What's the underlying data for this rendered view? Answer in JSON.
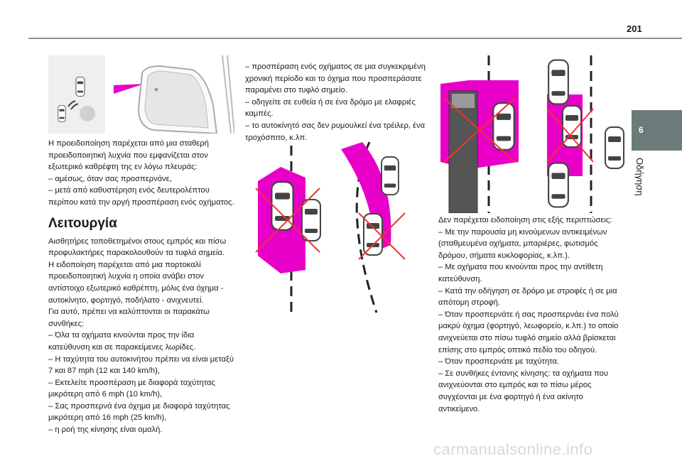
{
  "header": {
    "page_number": "201"
  },
  "side_tab": {
    "chapter_number": "6",
    "chapter_title": "Οδήγηση"
  },
  "column1": {
    "intro": [
      "Η προειδοποίηση παρέχεται από μια σταθερή προειδοποιητική λυχνία που εμφανίζεται στον εξωτερικό καθρέφτη της εν λόγω πλευράς:",
      "– αμέσως, όταν σας προσπερνάνε,",
      "– μετά από καθυστέρηση ενός δευτερολέπτου περίπου κατά την αργή προσπέραση ενός οχήματος."
    ],
    "heading": "Λειτουργία",
    "body": [
      "Αισθητήρες τοποθετημένοι στους εμπρός και πίσω προφυλακτήρες παρακολουθούν τα τυφλά σημεία.",
      "Η ειδοποίηση παρέχεται από μια πορτοκαλί προειδοποιητική λυχνία η οποία ανάβει στον αντίστοιχο εξωτερικό καθρέπτη, μόλις ένα όχημα - αυτοκίνητο, φορτηγό, ποδήλατο - ανιχνευτεί.",
      "Για αυτό, πρέπει να καλύπτονται οι παρακάτω συνθήκες:",
      "– Όλα τα οχήματα κινούνται προς την ίδια κατεύθυνση και σε παρακείμενες λωρίδες.",
      "– Η ταχύτητα του αυτοκινήτου πρέπει να είναι μεταξύ 7 και 87 mph (12 και 140 km/h),",
      "– Εκτελείτε προσπέραση με διαφορά ταχύτητας μικρότερη από 6 mph (10 km/h),",
      "– Σας προσπερνά ένα όχημα με διαφορά ταχύτητας μικρότερη από 16 mph (25 km/h),",
      "– η ροή της κίνησης είναι ομαλή."
    ]
  },
  "column2": {
    "body": [
      "– προσπέραση ενός οχήματος σε μια συγκεκριμένη χρονική περίοδο και το όχημα που προσπεράσατε παραμένει στο τυφλό σημείο.",
      "– οδηγείτε σε ευθεία ή σε ένα δρόμο με ελαφριές καμπές.",
      "– το αυτοκίνητό σας δεν ρυμουλκεί ένα τρέιλερ, ένα τροχόσπιτο, κ.λπ."
    ]
  },
  "column3": {
    "body": [
      "Δεν παρέχεται ειδοποίηση στις εξής περιπτώσεις:",
      "– Με την παρουσία μη κινούμενων αντικειμένων (σταθμευμένα οχήματα, μπαριέρες, φωτισμός δρόμου, σήματα κυκλοφορίας, κ.λπ.).",
      "– Με οχήματα που κινούνται προς την αντίθετη κατεύθυνση.",
      "– Κατά την οδήγηση σε δρόμο με στροφές ή σε μια απότομη στροφή.",
      "– Όταν προσπερνάτε ή σας προσπερνάει ένα πολύ μακρύ όχημα (φορτηγό, λεωφορείο, κ.λπ.) το οποίο ανιχνεύεται στο πίσω τυφλό σημείο αλλά βρίσκεται επίσης στο εμπρός οπτικό πεδίο του οδηγού.",
      "– Όταν προσπερνάτε με ταχύτητα.",
      "– Σε συνθήκες έντονης κίνησης: τα οχήματα που ανιχνεύονται στο εμπρός και το πίσω μέρος συγχέονται με ένα φορτηγό ή ένα ακίνητο αντικείμενο."
    ]
  },
  "watermark": "carmanualsonline.info",
  "colors": {
    "accent": "#e800c8",
    "tab": "#6b7b7a",
    "rule": "#8a9696"
  }
}
